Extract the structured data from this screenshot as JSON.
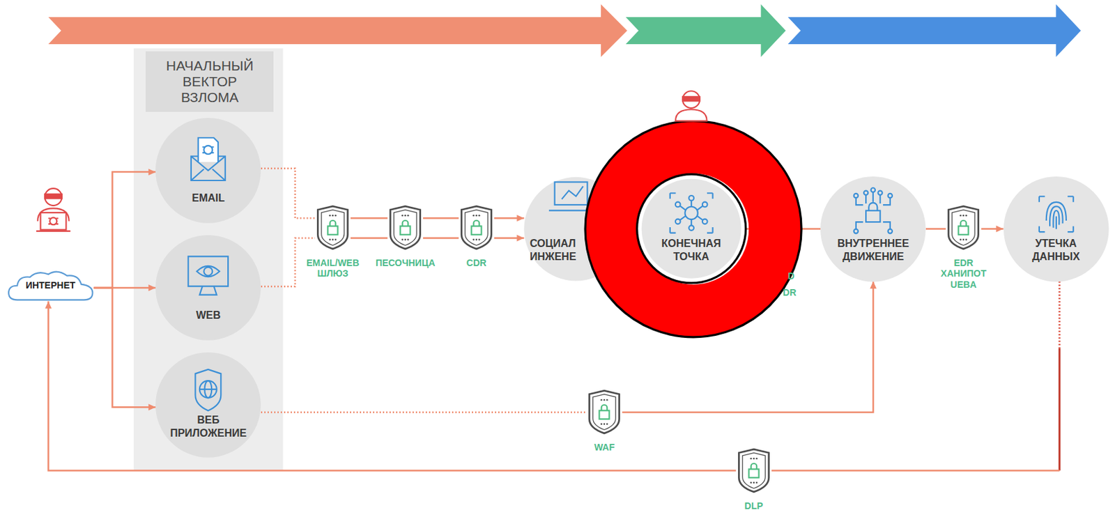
{
  "diagram": {
    "nodes": [
      {
        "text": [
          "НАЧАЛЬНЫЙ ВЕКТОР ВЗЛОМА"
        ]
      },
      {
        "text": [
          "ИНТЕРНЕТ"
        ]
      },
      {
        "text": [
          "EMAIL"
        ],
        "in": 0
      },
      {
        "text": [
          "WEB"
        ],
        "in": 0
      },
      {
        "text": [
          "ВЕБ ПРИЛОЖЕНИЕ"
        ],
        "in": 0
      },
      {
        "text": [
          "EMAIL/WEB ШЛЮЗ"
        ]
      },
      {
        "text": [
          "ПЕСОЧНИЦА"
        ]
      },
      {
        "text": [
          "CDR"
        ]
      },
      {
        "text": [
          "СОЦИАЛ ИНЖЕНЕ"
        ]
      },
      {
        "text": [
          "КОНЕЧНАЯ ТОЧКА"
        ]
      },
      {
        "text": [
          "ВНУТРЕННЕЕ ДВИЖЕНИЕ"
        ]
      },
      {
        "text": [
          "EDR ХАНИПОТ UEBA"
        ]
      },
      {
        "text": [
          "УТЕЧКА ДАННЫХ"
        ]
      },
      {
        "text": [
          "WAF"
        ]
      },
      {
        "text": [
          "DLP"
        ]
      }
    ],
    "edges": [
      {
        "from": 1,
        "to": 2,
        "arrow": "to"
      },
      {
        "from": 1,
        "to": 3,
        "arrow": "to"
      },
      {
        "from": 1,
        "to": 4,
        "arrow": "to"
      },
      {
        "from": 2,
        "to": 5,
        "arrow": "none"
      },
      {
        "from": 3,
        "to": 5,
        "arrow": "none"
      },
      {
        "from": 5,
        "to": 6,
        "arrow": "none"
      },
      {
        "from": 6,
        "to": 7,
        "arrow": "none"
      },
      {
        "from": 7,
        "to": 8,
        "arrow": "to"
      },
      {
        "from": 8,
        "to": 9,
        "arrow": "to"
      },
      {
        "from": 9,
        "to": 10,
        "arrow": "none"
      },
      {
        "from": 10,
        "to": 11,
        "arrow": "none"
      },
      {
        "from": 11,
        "to": 12,
        "arrow": "to"
      },
      {
        "from": 4,
        "to": 13,
        "arrow": "none"
      },
      {
        "from": 13,
        "to": 10,
        "arrow": "to"
      },
      {
        "from": 12,
        "to": 14,
        "arrow": "none"
      },
      {
        "from": 14,
        "to": 1,
        "arrow": "to"
      }
    ],
    "labels": [
      "D",
      "DR"
    ]
  }
}
